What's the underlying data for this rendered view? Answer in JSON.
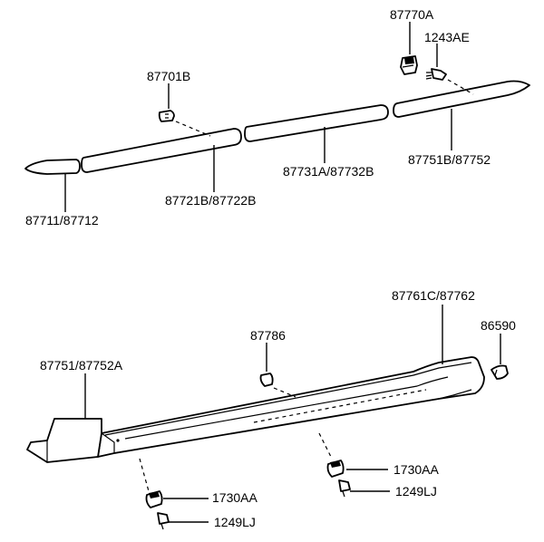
{
  "labels": {
    "p87770A": "87770A",
    "p1243AE": "1243AE",
    "p87701B": "87701B",
    "p87751B": "87751B/87752",
    "p87731A": "87731A/87732B",
    "p87721B": "87721B/87722B",
    "p87711": "87711/87712",
    "p87761C": "87761C/87762",
    "p86590": "86590",
    "p87786": "87786",
    "p87751": "87751/87752A",
    "p1730AA_right": "1730AA",
    "p1249LJ_right": "1249LJ",
    "p1730AA_left": "1730AA",
    "p1249LJ_left": "1249LJ"
  }
}
